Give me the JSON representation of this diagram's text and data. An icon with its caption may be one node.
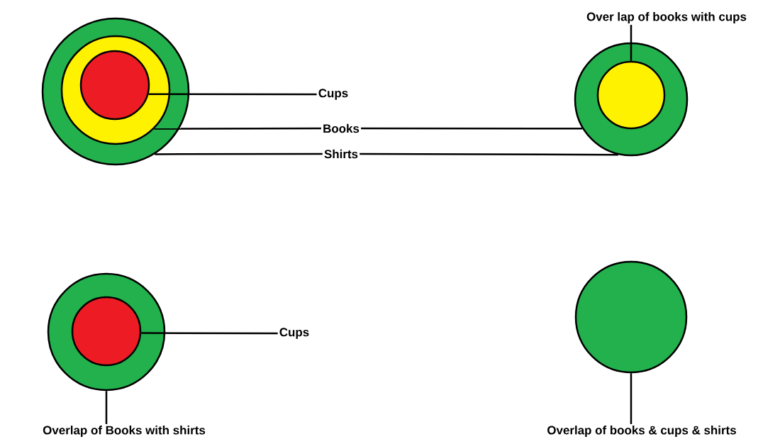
{
  "diagram": {
    "nodes": [
      {
        "text": [],
        "shape": "circle"
      },
      {
        "text": [],
        "shape": "circle",
        "in": 0
      },
      {
        "text": [],
        "shape": "circle",
        "in": 1
      },
      {
        "text": [
          "Cups"
        ]
      },
      {
        "text": [
          "Books"
        ]
      },
      {
        "text": [
          "Shirts"
        ]
      },
      {
        "text": [
          "Over lap of books with cups"
        ]
      },
      {
        "text": [],
        "shape": "circle"
      },
      {
        "text": [],
        "shape": "circle",
        "in": 7
      },
      {
        "text": [],
        "shape": "circle"
      },
      {
        "text": [],
        "shape": "circle",
        "in": 9
      },
      {
        "text": [
          "Cups"
        ]
      },
      {
        "text": [
          "Overlap of Books with shirts"
        ]
      },
      {
        "text": [],
        "shape": "circle"
      },
      {
        "text": [
          "Overlap of books & cups & shirts"
        ]
      }
    ],
    "edges": [
      {
        "from": 3,
        "to": 2,
        "arrow": "none"
      },
      {
        "from": 4,
        "to": 1,
        "arrow": "none"
      },
      {
        "from": 4,
        "to": 7,
        "arrow": "none"
      },
      {
        "from": 5,
        "to": 0,
        "arrow": "none"
      },
      {
        "from": 5,
        "to": 7,
        "arrow": "none"
      },
      {
        "from": 6,
        "to": 8,
        "arrow": "none"
      },
      {
        "from": 11,
        "to": 10,
        "arrow": "none"
      },
      {
        "from": 12,
        "to": 9,
        "arrow": "none"
      },
      {
        "from": 14,
        "to": 13,
        "arrow": "none"
      }
    ]
  }
}
